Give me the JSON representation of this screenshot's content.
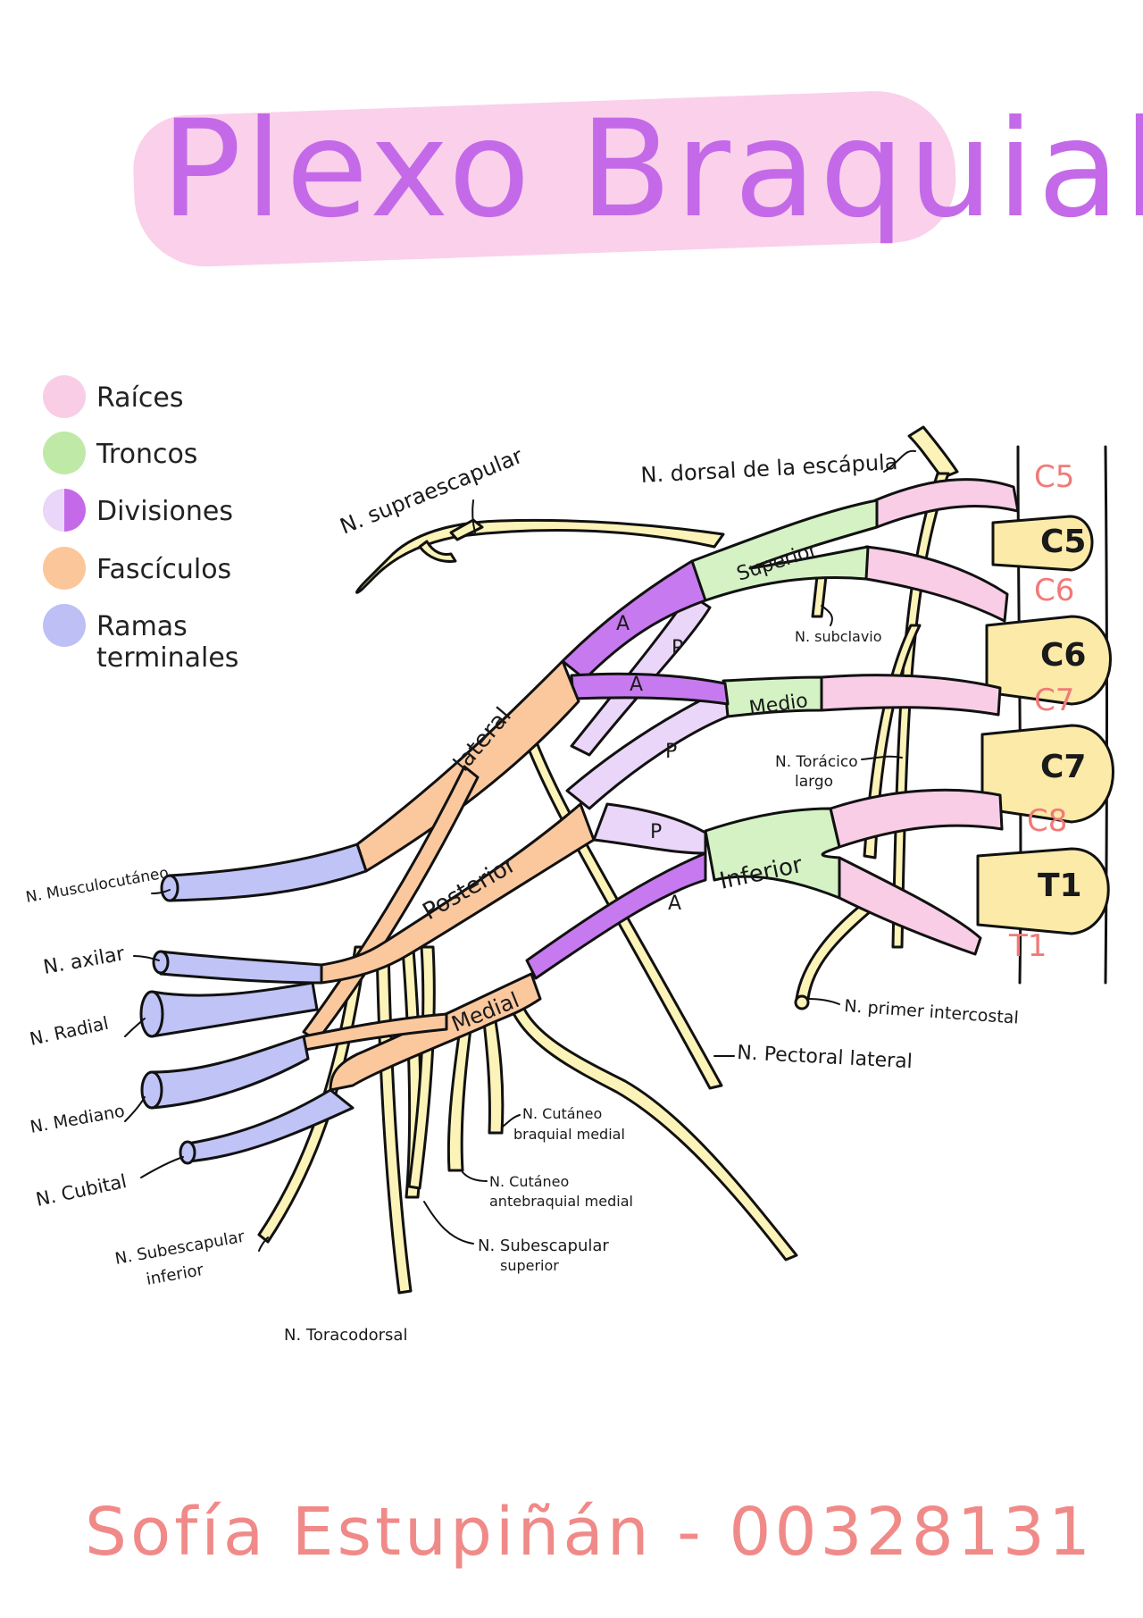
{
  "title": "Plexo Braquial",
  "legend": [
    {
      "label": "Raíces",
      "color": "#f9cde6"
    },
    {
      "label": "Troncos",
      "color": "#bfe9a6"
    },
    {
      "label": "Divisiones",
      "color": "#c98bf0"
    },
    {
      "label": "Fascículos",
      "color": "#fbc79a"
    },
    {
      "label": "Ramas terminales",
      "color": "#bdbff5"
    }
  ],
  "colors": {
    "roots": "#f9cde6",
    "trunks": "#d4f2c4",
    "divisions_anterior": "#c77aef",
    "divisions_posterior": "#e8d4f6",
    "fascicles": "#fbc89e",
    "terminal": "#bfc3f6",
    "nerves": "#fbf3b8",
    "vertebra": "#fbeaa8",
    "spinal_label": "#f07a78"
  },
  "spinal_labels": {
    "c5_root": "C5",
    "c6_root": "C6",
    "c7_root": "C7",
    "c8_root": "C8",
    "t1_root": "T1"
  },
  "vertebrae": {
    "c5": "C5",
    "c6": "C6",
    "c7": "C7",
    "t1": "T1"
  },
  "trunks": {
    "superior": "Superior",
    "medio": "Medio",
    "inferior": "Inferior"
  },
  "divisions": {
    "a": "A",
    "p": "P"
  },
  "fascicles": {
    "lateral": "lateral",
    "posterior": "Posterior",
    "medial": "Medial"
  },
  "nerves": {
    "supraescapular": "N. supraescapular",
    "dorsal_escapula": "N. dorsal de la escápula",
    "subclavio": "N. subclavio",
    "toracico_largo_1": "N. Torácico",
    "toracico_largo_2": "largo",
    "primer_intercostal": "N. primer intercostal",
    "pectoral_lateral": "N. Pectoral lateral",
    "musculocutaneo": "N. Musculocutáneo",
    "axilar": "N. axilar",
    "radial": "N. Radial",
    "mediano": "N. Mediano",
    "cubital": "N. Cubital",
    "cutaneo_braquial_1": "N. Cutáneo",
    "cutaneo_braquial_2": "braquial medial",
    "cutaneo_antebraquial_1": "N. Cutáneo",
    "cutaneo_antebraquial_2": "antebraquial medial",
    "subescapular_inferior_1": "N. Subescapular",
    "subescapular_inferior_2": "inferior",
    "subescapular_superior_1": "N. Subescapular",
    "subescapular_superior_2": "superior",
    "toracodorsal": "N. Toracodorsal"
  },
  "author": "Sofía Estupiñán - 00328131"
}
